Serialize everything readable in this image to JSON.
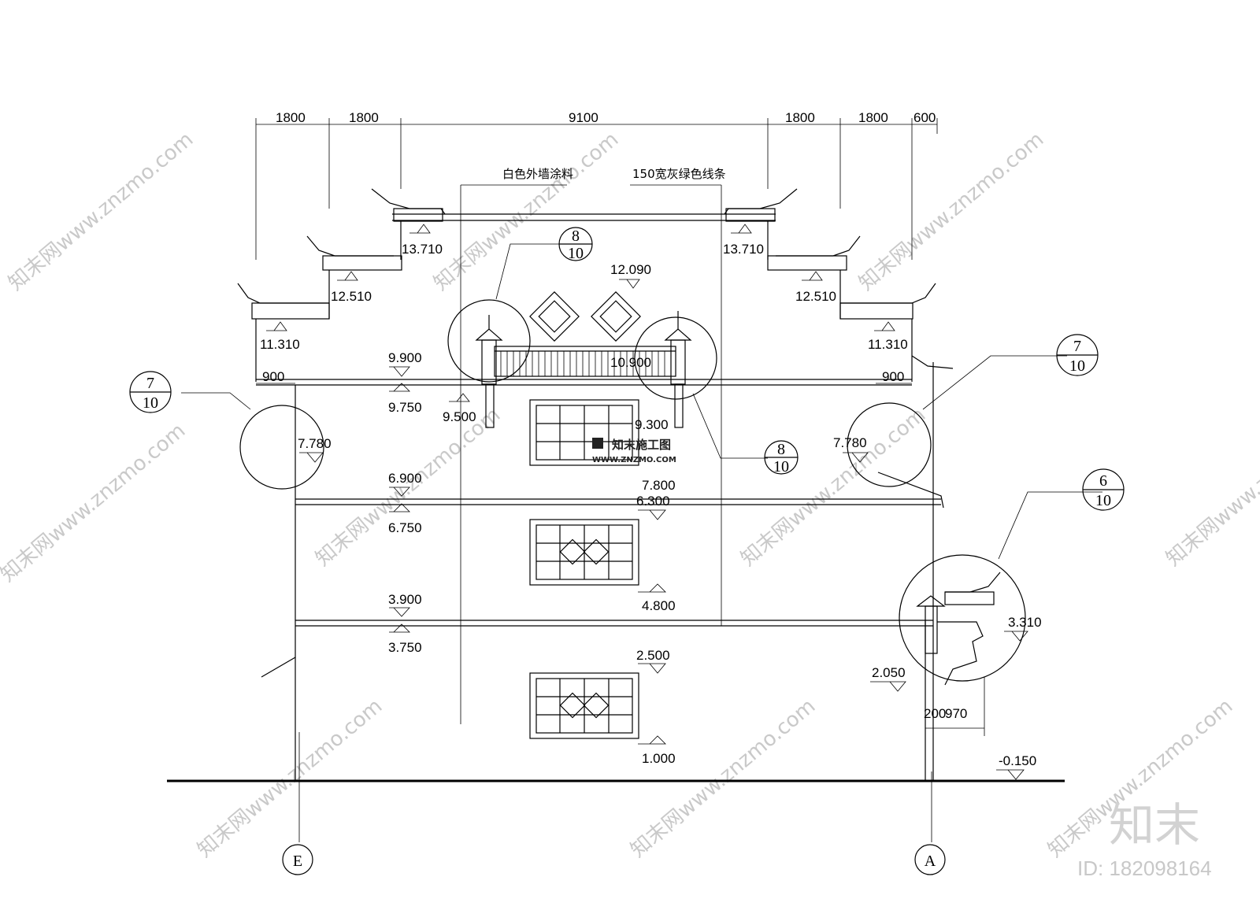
{
  "dimensions_top": [
    "1800",
    "1800",
    "9100",
    "1800",
    "1800",
    "600"
  ],
  "dimensions_mid": [
    "900",
    "900"
  ],
  "dimensions_bottom": [
    "200",
    "970"
  ],
  "notes": [
    "白色外墙涂料",
    "150宽灰绿色线条"
  ],
  "elevations": [
    "13.710",
    "13.710",
    "12.510",
    "12.510",
    "11.310",
    "11.310",
    "12.090",
    "10.900",
    "9.900",
    "9.750",
    "9.500",
    "9.300",
    "7.780",
    "7.780",
    "7.800",
    "6.900",
    "6.750",
    "6.300",
    "4.800",
    "3.900",
    "3.750",
    "3.310",
    "2.500",
    "2.050",
    "1.000",
    "-0.150"
  ],
  "detail_callouts": [
    {
      "top": "8",
      "bottom": "10"
    },
    {
      "top": "8",
      "bottom": "10"
    },
    {
      "top": "7",
      "bottom": "10"
    },
    {
      "top": "7",
      "bottom": "10"
    },
    {
      "top": "6",
      "bottom": "10"
    }
  ],
  "axes": [
    "E",
    "A"
  ],
  "logo": {
    "name": "知末施工图",
    "url": "WWW.ZNZMO.COM"
  },
  "watermark": {
    "brand": "知末",
    "id": "ID: 182098164",
    "text": "知末网www.znzmo.com"
  }
}
